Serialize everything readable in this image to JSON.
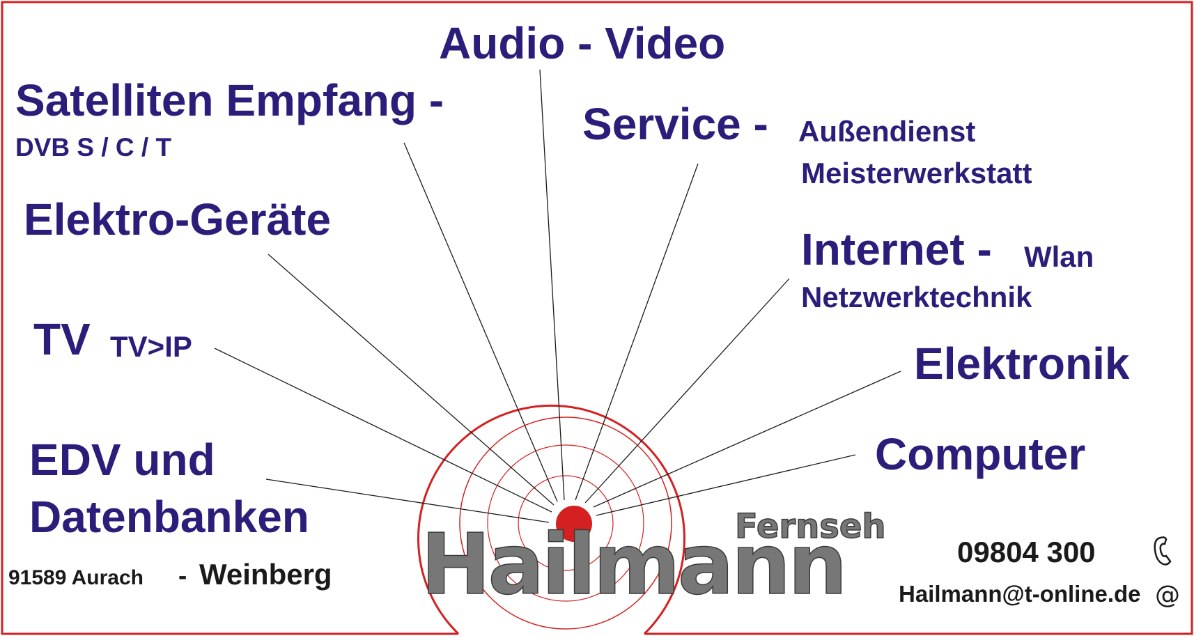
{
  "services": {
    "audio_video": "Audio - Video",
    "satellite_title": "Satelliten Empfang -",
    "satellite_sub": "DVB S / C / T",
    "service_title": "Service -",
    "service_sub1": "Außendienst",
    "service_sub2": "Meisterwerkstatt",
    "elektro": "Elektro-Geräte",
    "internet_title": "Internet -",
    "internet_sub1": "Wlan",
    "internet_sub2": "Netzwerktechnik",
    "tv_title": "TV",
    "tv_sub": "TV>IP",
    "elektronik": "Elektronik",
    "edv_line1": "EDV und",
    "edv_line2": "Datenbanken",
    "computer": "Computer"
  },
  "logo": {
    "top": "Fernseh",
    "main": "Hailmann"
  },
  "contact": {
    "address": "91589 Aurach",
    "district_sep": "-",
    "district": "Weinberg",
    "phone": "09804 300",
    "phone_icon": "telephone-icon",
    "email": "Hailmann@t-online.de",
    "email_icon": "at-sign-icon"
  },
  "colors": {
    "text_blue": "#2a1e7a",
    "red_accent": "#d42020",
    "logo_gray": "#777777",
    "text_dark": "#1a1a1a"
  }
}
